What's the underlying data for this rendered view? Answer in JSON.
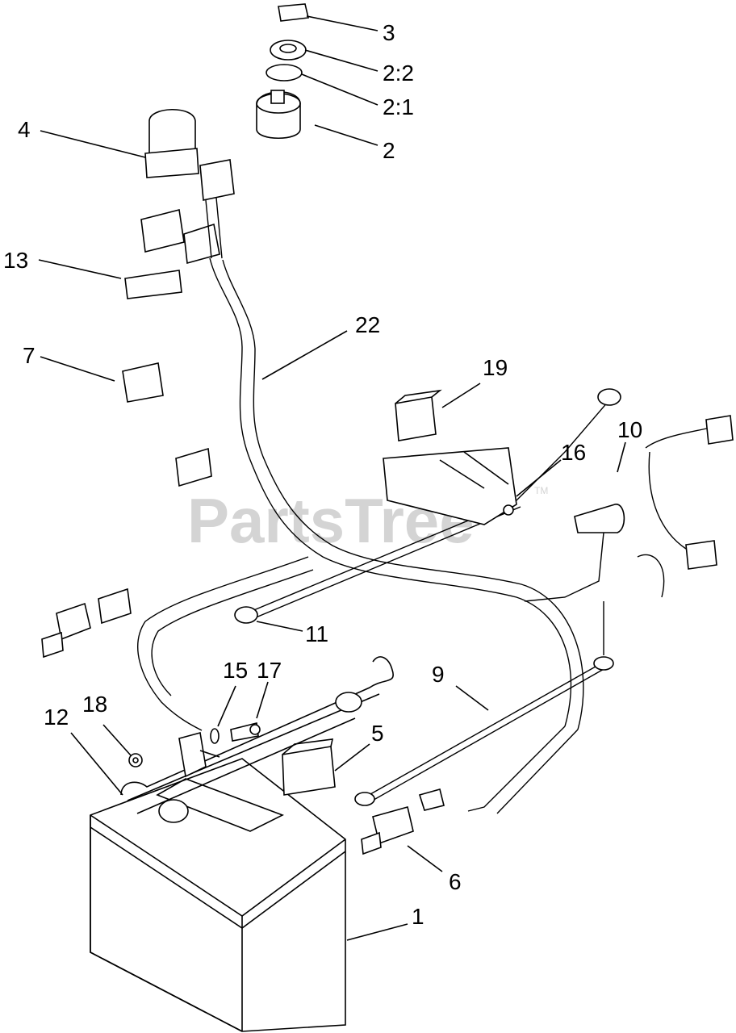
{
  "watermark": {
    "text": "PartsTree",
    "tm": "TM"
  },
  "callouts": {
    "c3": "3",
    "c2_2": "2:2",
    "c2_1": "2:1",
    "c2": "2",
    "c4": "4",
    "c13": "13",
    "c22": "22",
    "c7": "7",
    "c19": "19",
    "c10": "10",
    "c16": "16",
    "c11": "11",
    "c9": "9",
    "c15": "15",
    "c17": "17",
    "c18": "18",
    "c12": "12",
    "c5": "5",
    "c6": "6",
    "c1": "1"
  },
  "colors": {
    "line": "#000000",
    "background": "#ffffff",
    "watermark": "#d4d4d4"
  }
}
